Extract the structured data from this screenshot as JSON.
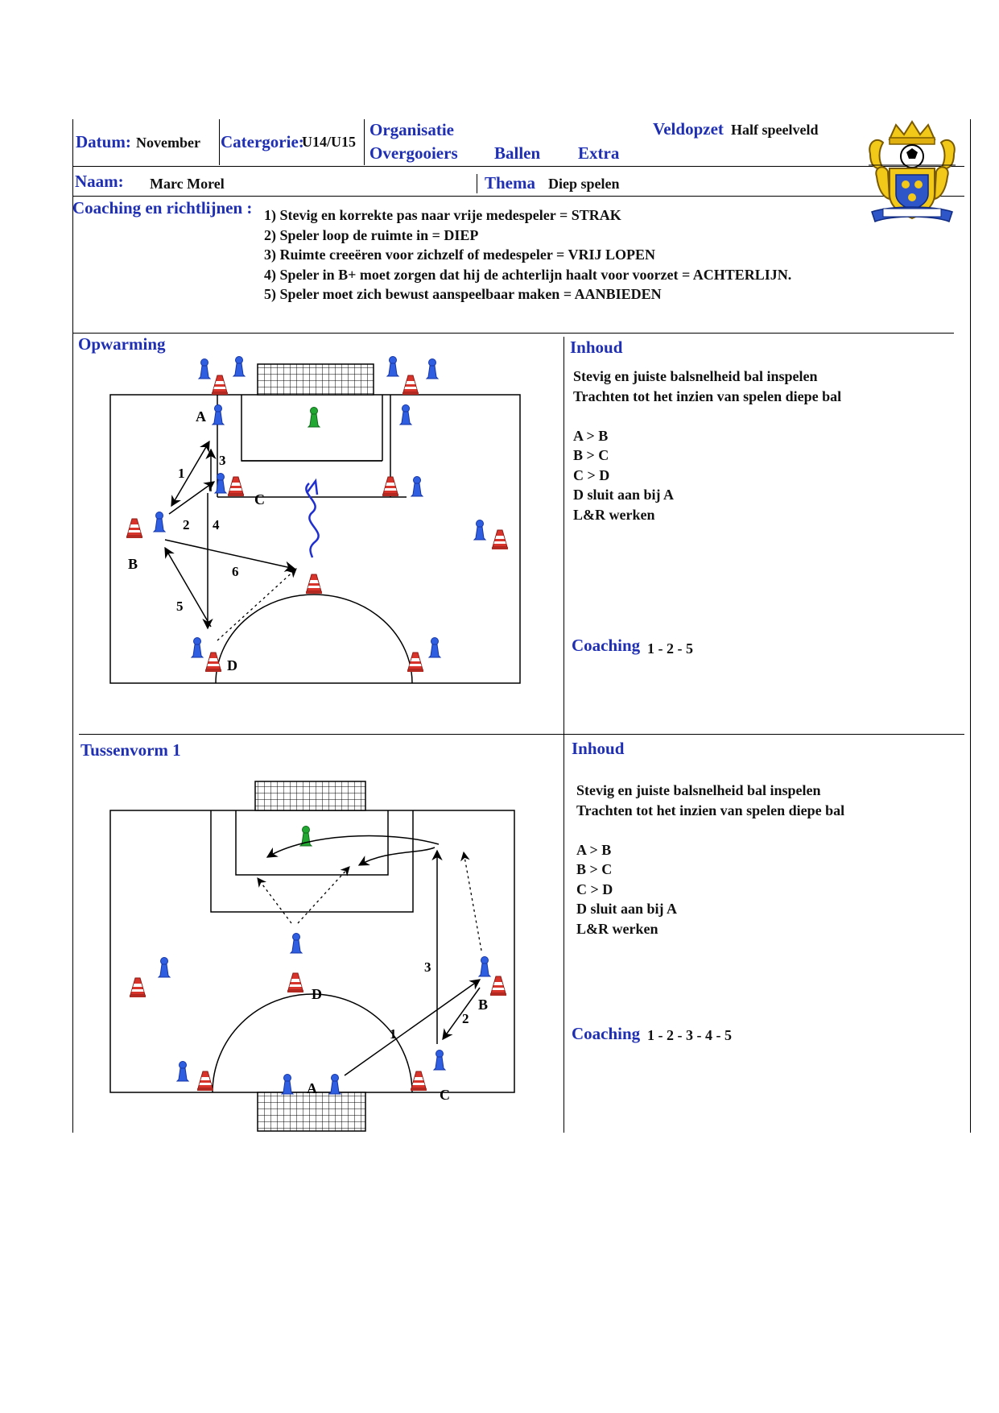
{
  "header": {
    "datum_label": "Datum:",
    "datum_value": "November",
    "categorie_label": "Catergorie:",
    "categorie_value": "U14/U15",
    "organisatie_label": "Organisatie",
    "overgooiers_label": "Overgooiers",
    "ballen_label": "Ballen",
    "extra_label": "Extra",
    "veldopzet_label": "Veldopzet",
    "veldopzet_value": "Half speelveld",
    "naam_label": "Naam:",
    "naam_value": "Marc Morel",
    "thema_label": "Thema",
    "thema_value": "Diep spelen"
  },
  "coaching": {
    "title": "Coaching en richtlijnen :",
    "items": [
      "1) Stevig en korrekte pas naar vrije medespeler = STRAK",
      "2) Speler loop de ruimte in = DIEP",
      "3) Ruimte creeëren voor zichzelf of medespeler = VRIJ LOPEN",
      "4) Speler in B+ moet zorgen dat hij de achterlijn haalt voor voorzet = ACHTERLIJN.",
      "5) Speler moet zich bewust aanspeelbaar maken = AANBIEDEN"
    ]
  },
  "section1": {
    "title": "Opwarming",
    "inhoud_title": "Inhoud",
    "lines": [
      "Stevig en juiste balsnelheid bal inspelen",
      "Trachten tot het inzien van spelen diepe bal",
      "",
      "A > B",
      "B > C",
      "C > D",
      "D sluit aan bij A",
      "L&R werken"
    ],
    "coaching_label": "Coaching",
    "coaching_value": "1 - 2 - 5",
    "diagram": {
      "labels": {
        "a": "A",
        "b": "B",
        "c": "C",
        "d": "D"
      },
      "numbers": [
        "1",
        "2",
        "3",
        "4",
        "5",
        "6"
      ]
    }
  },
  "section2": {
    "title": "Tussenvorm 1",
    "inhoud_title": "Inhoud",
    "lines": [
      "Stevig en juiste balsnelheid bal inspelen",
      "Trachten tot het inzien van spelen diepe bal",
      "",
      "A > B",
      "B > C",
      "C > D",
      "D sluit aan bij A",
      "L&R werken"
    ],
    "coaching_label": "Coaching",
    "coaching_value": "1 - 2 - 3 - 4 - 5",
    "diagram": {
      "labels": {
        "a": "A",
        "b": "B",
        "c": "C",
        "d": "D"
      },
      "numbers": [
        "1",
        "2",
        "3"
      ]
    }
  },
  "colors": {
    "heading_blue": "#1f2fb3",
    "player_blue": "#2f5fe0",
    "keeper_green": "#1a9a2a",
    "cone_red": "#d9342b"
  },
  "icons": {
    "club_crest": "crest-icon",
    "player": "player-pawn-icon",
    "cone": "cone-icon",
    "goal": "goal-net-icon"
  }
}
